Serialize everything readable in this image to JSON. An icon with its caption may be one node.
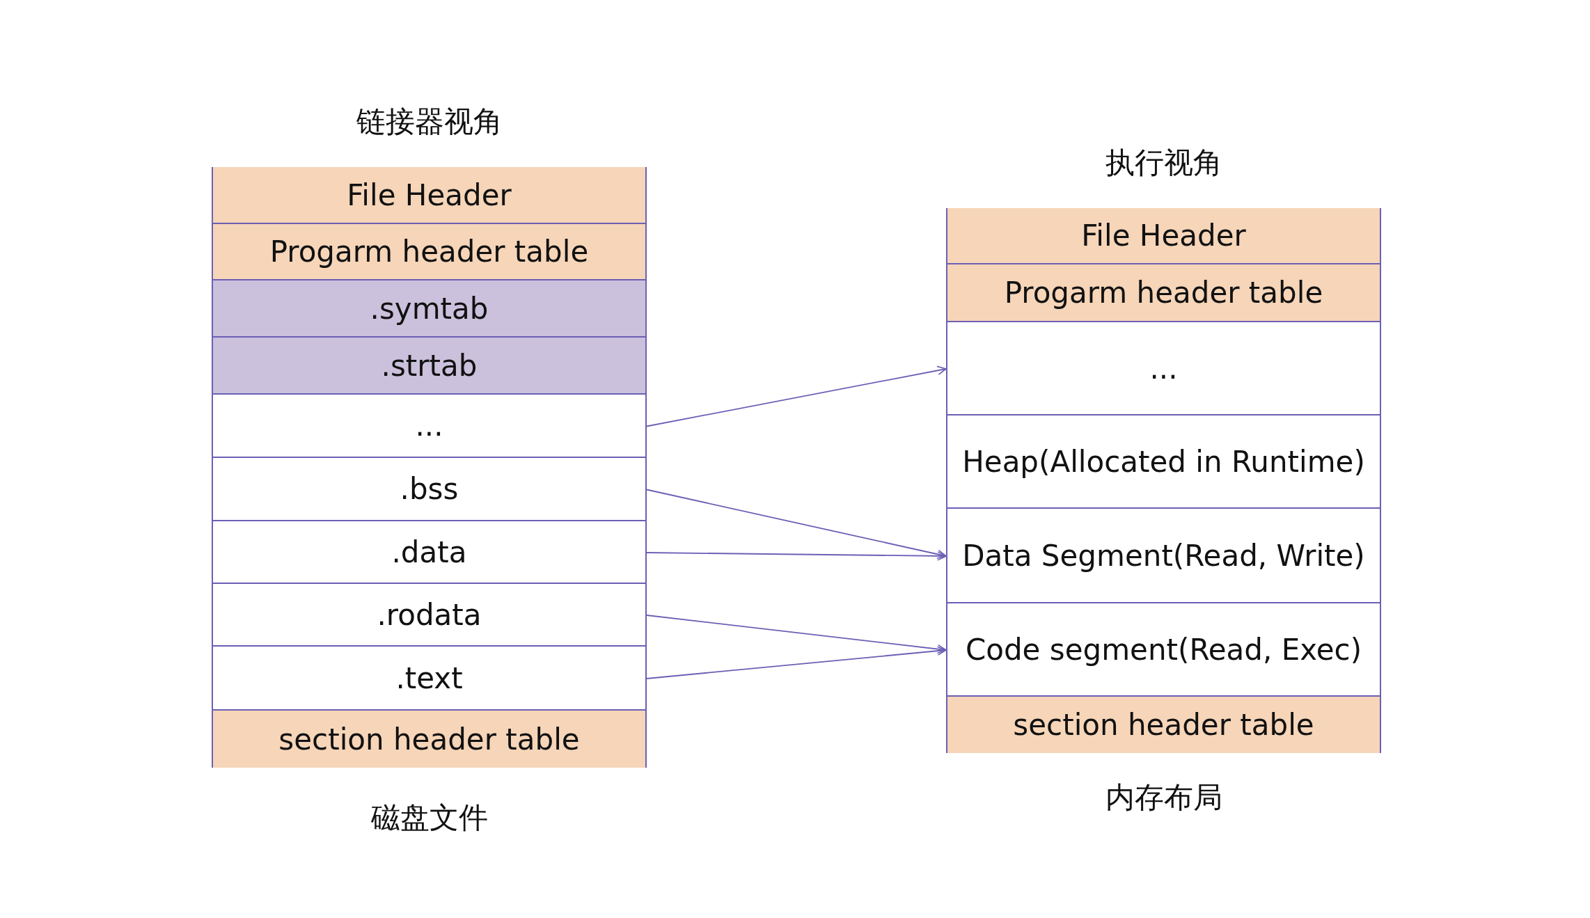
{
  "diagram": {
    "nodes": [
      {
        "text": [
          "链接器视角"
        ],
        "beside": [
          "磁盘文件"
        ]
      },
      {
        "text": [
          "File Header"
        ],
        "in": 0
      },
      {
        "text": [
          "Progarm header table"
        ],
        "in": 0
      },
      {
        "text": [
          ".symtab"
        ],
        "in": 0
      },
      {
        "text": [
          ".strtab"
        ],
        "in": 0
      },
      {
        "text": [
          "..."
        ],
        "in": 0
      },
      {
        "text": [
          ".bss"
        ],
        "in": 0
      },
      {
        "text": [
          ".data"
        ],
        "in": 0
      },
      {
        "text": [
          ".rodata"
        ],
        "in": 0
      },
      {
        "text": [
          ".text"
        ],
        "in": 0
      },
      {
        "text": [
          "section header table"
        ],
        "in": 0
      },
      {
        "text": [
          "执行视角"
        ],
        "beside": [
          "内存布局"
        ]
      },
      {
        "text": [
          "File Header"
        ],
        "in": 11
      },
      {
        "text": [
          "Progarm header table"
        ],
        "in": 11
      },
      {
        "text": [
          "..."
        ],
        "in": 11
      },
      {
        "text": [
          "Heap(Allocated in Runtime)"
        ],
        "in": 11
      },
      {
        "text": [
          "Data Segment(Read, Write)"
        ],
        "in": 11
      },
      {
        "text": [
          "Code segment(Read, Exec)"
        ],
        "in": 11
      },
      {
        "text": [
          "section header table"
        ],
        "in": 11
      }
    ],
    "edges": [
      {
        "from": 5,
        "to": 14,
        "arrow": "to"
      },
      {
        "from": 6,
        "to": 16,
        "arrow": "to"
      },
      {
        "from": 7,
        "to": 16,
        "arrow": "to"
      },
      {
        "from": 8,
        "to": 17,
        "arrow": "to"
      },
      {
        "from": 9,
        "to": 17,
        "arrow": "to"
      }
    ]
  }
}
